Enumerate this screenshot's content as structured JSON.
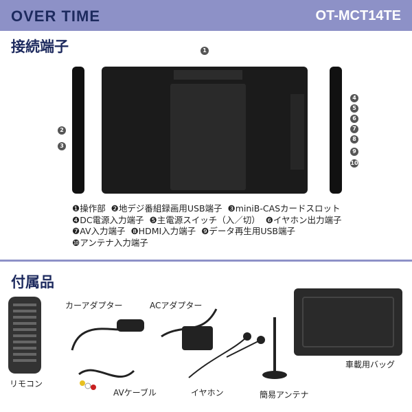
{
  "header": {
    "brand": "OVER TIME",
    "model": "OT-MCT14TE",
    "color": "#8d91c7"
  },
  "connections": {
    "title": "接続端子",
    "markers": [
      "1",
      "2",
      "3",
      "4",
      "5",
      "6",
      "7",
      "8",
      "9",
      "10"
    ],
    "legend": [
      [
        "❶操作部",
        "❷地デジ番組録画用USB端子",
        "❸miniB-CASカードスロット"
      ],
      [
        "❹DC電源入力端子",
        "❺主電源スイッチ（入／切）",
        "❻イヤホン出力端子"
      ],
      [
        "❼AV入力端子",
        "❽HDMI入力端子",
        "❾データ再生用USB端子"
      ],
      [
        "❿アンテナ入力端子"
      ]
    ]
  },
  "accessories": {
    "title": "付属品",
    "items": {
      "remote": "リモコン",
      "car_adapter": "カーアダプター",
      "ac_adapter": "ACアダプター",
      "av_cable": "AVケーブル",
      "earphone": "イヤホン",
      "antenna": "簡易アンテナ",
      "car_bag": "車載用バッグ"
    }
  }
}
